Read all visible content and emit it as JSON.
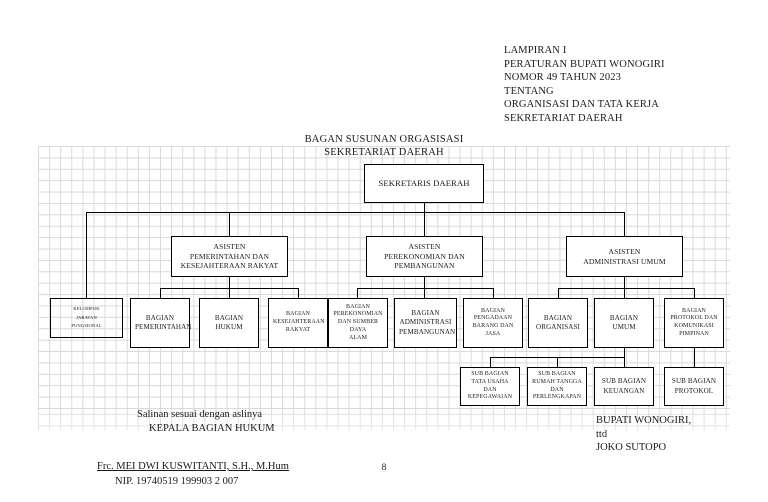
{
  "document": {
    "header_lines": [
      "LAMPIRAN I",
      "PERATURAN BUPATI WONOGIRI",
      "NOMOR 49 TAHUN 2023",
      "TENTANG",
      "ORGANISASI DAN TATA KERJA",
      "SEKRETARIAT DAERAH"
    ],
    "page_number": "8"
  },
  "chart_title": {
    "line1": "BAGAN SUSUNAN ORGASISASI",
    "line2": "SEKRETARIAT DAERAH"
  },
  "chart_data": {
    "type": "diagram",
    "title": "BAGAN SUSUNAN ORGASISASI SEKRETARIAT DAERAH",
    "nodes": {
      "root": {
        "label": "SEKRETARIS DAERAH"
      },
      "functional_group": {
        "label_lines": [
          "KELOMPOK",
          "JABATAN",
          "FUNGSIONAL"
        ]
      },
      "assistants": [
        {
          "label_lines": [
            "ASISTEN",
            "PEMERINTAHAN DAN",
            "KESEJAHTERAAN RAKYAT"
          ]
        },
        {
          "label_lines": [
            "ASISTEN",
            "PEREKONOMIAN DAN",
            "PEMBANGUNAN"
          ]
        },
        {
          "label_lines": [
            "ASISTEN",
            "ADMINISTRASI UMUM"
          ]
        }
      ],
      "divisions": [
        {
          "label_lines": [
            "BAGIAN",
            "PEMERINTAHAN"
          ]
        },
        {
          "label_lines": [
            "BAGIAN",
            "HUKUM"
          ]
        },
        {
          "label_lines": [
            "BAGIAN",
            "KESEJAHTERAAN",
            "RAKYAT"
          ]
        },
        {
          "label_lines": [
            "BAGIAN",
            "PEREKONOMIAN",
            "DAN SUMBER DAYA",
            "ALAM"
          ]
        },
        {
          "label_lines": [
            "BAGIAN",
            "ADMINISTRASI",
            "PEMBANGUNAN"
          ]
        },
        {
          "label_lines": [
            "BAGIAN",
            "PENGADAAN",
            "BARANG DAN JASA"
          ]
        },
        {
          "label_lines": [
            "BAGIAN",
            "ORGANISASI"
          ]
        },
        {
          "label_lines": [
            "BAGIAN",
            "UMUM"
          ]
        },
        {
          "label_lines": [
            "BAGIAN",
            "PROTOKOL DAN",
            "KOMUNIKASI",
            "PIMPINAN"
          ]
        }
      ],
      "subdivisions": [
        {
          "label_lines": [
            "SUB BAGIAN",
            "TATA USAHA DAN",
            "KEPEGAWAIAN"
          ]
        },
        {
          "label_lines": [
            "SUB BAGIAN",
            "RUMAH TANGGA",
            "DAN PERLENGKAPAN"
          ]
        },
        {
          "label_lines": [
            "SUB BAGIAN",
            "KEUANGAN"
          ]
        },
        {
          "label_lines": [
            "SUB BAGIAN",
            "PROTOKOL"
          ]
        }
      ]
    },
    "edges": [
      "root -> assistants[0]",
      "root -> assistants[1]",
      "root -> assistants[2]",
      "root -> functional_group",
      "assistants[0] -> divisions[0..2]",
      "assistants[1] -> divisions[3..5]",
      "assistants[2] -> divisions[6..8]",
      "divisions[7] -> subdivisions[0..2]",
      "divisions[8] -> subdivisions[3]"
    ],
    "colors": {
      "line": "#000000",
      "box_fill": "#ffffff",
      "grid": "#d9d9d9"
    }
  },
  "footer": {
    "copy_line1": "Salinan sesuai dengan aslinya",
    "copy_line2": "KEPALA BAGIAN HUKUM",
    "signer_name": "Frc. MEI DWI KUSWITANTI, S.H., M.Hum",
    "signer_nip": "NIP. 19740519 199903 2 007",
    "official_title": "BUPATI WONOGIRI,",
    "official_ttd": "ttd",
    "official_name": "JOKO SUTOPO"
  }
}
